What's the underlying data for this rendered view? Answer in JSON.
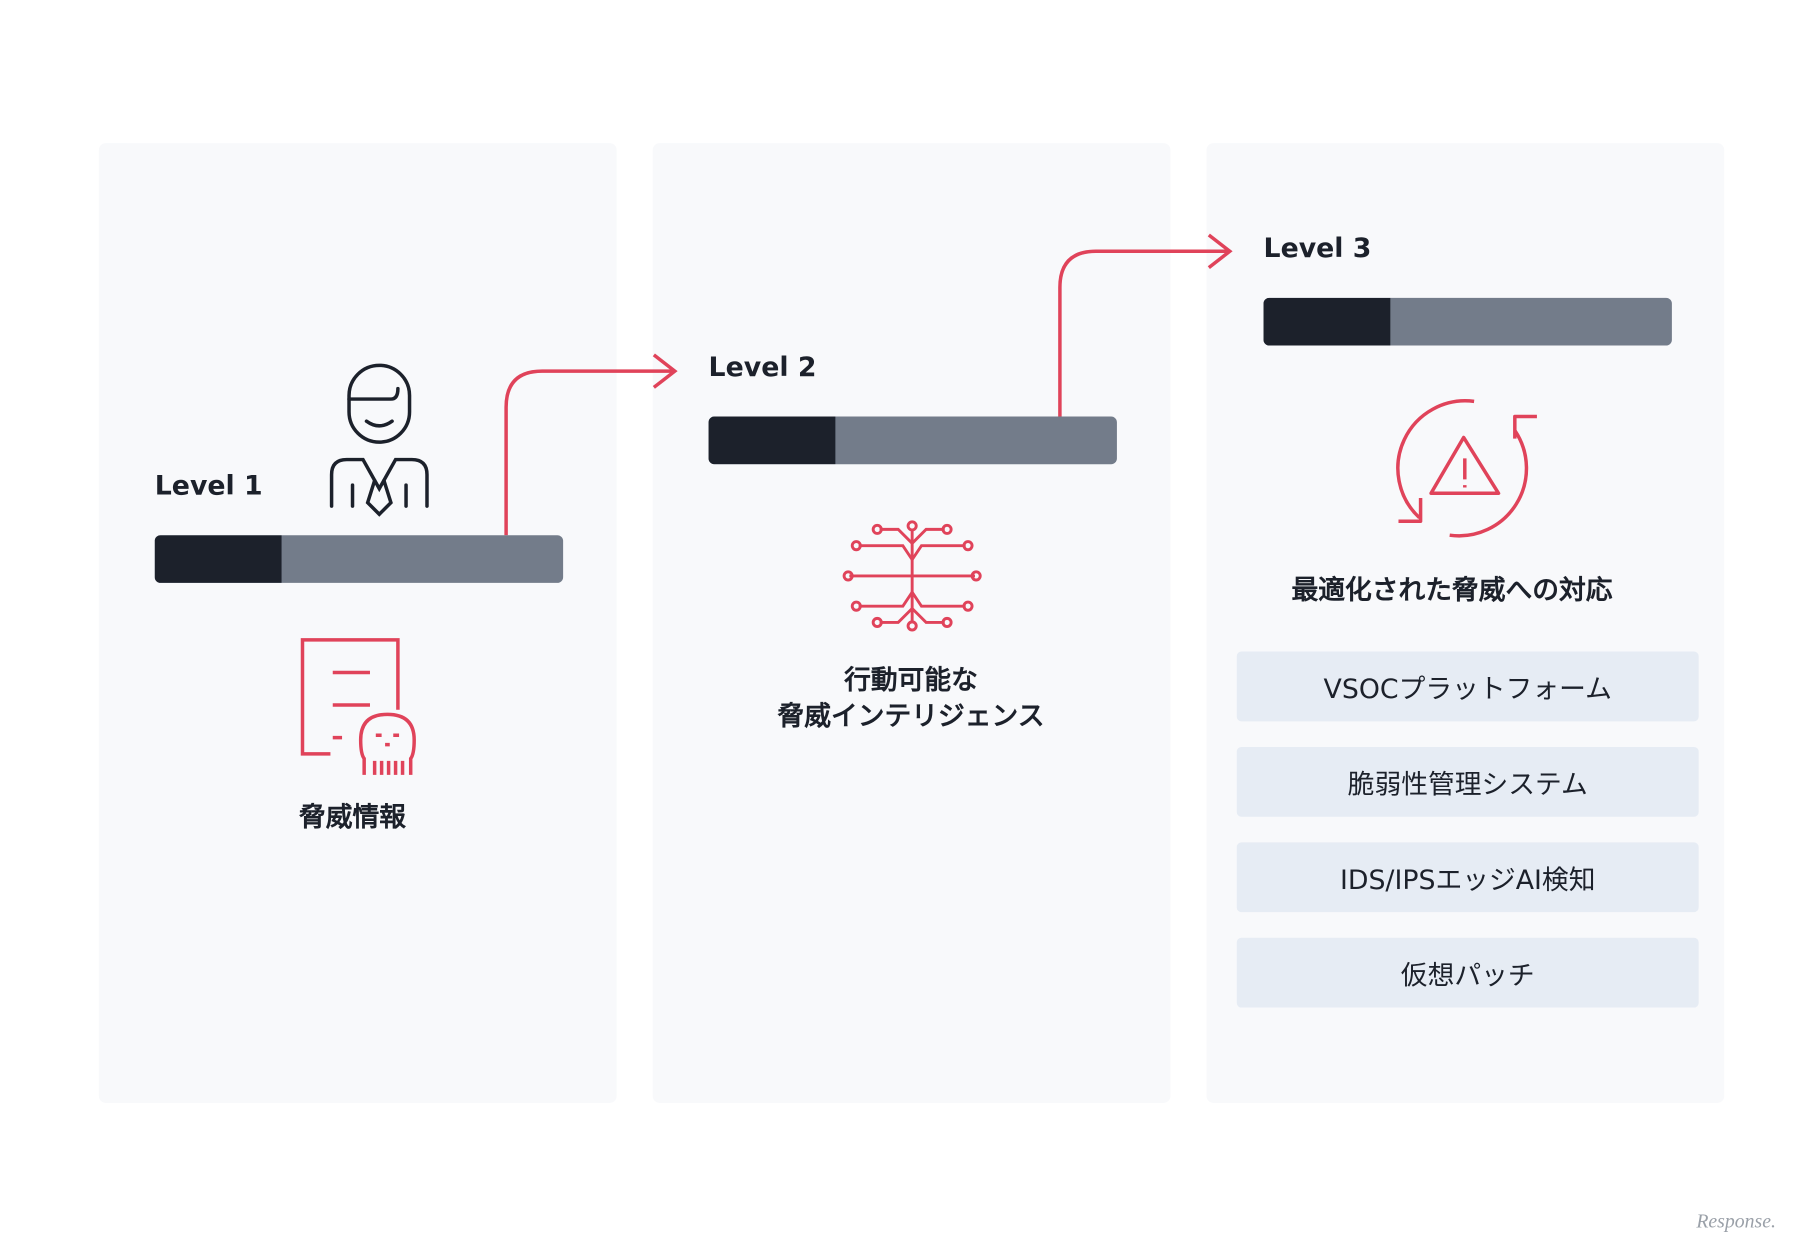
{
  "colors": {
    "accent": "#e0435a",
    "dark": "#1c212b",
    "gray": "#737c8a",
    "panel": "#f8f9fb",
    "option": "#e6ecf4"
  },
  "levels": [
    {
      "label": "Level 1",
      "progress": 0.31,
      "icon": "person-icon",
      "icon2": "threat-document-skull-icon",
      "caption": "脅威情報"
    },
    {
      "label": "Level 2",
      "progress": 0.31,
      "icon": "circuit-brain-icon",
      "caption_line1": "行動可能な",
      "caption_line2": "脅威インテリジェンス"
    },
    {
      "label": "Level 3",
      "progress": 0.31,
      "icon": "refresh-warning-icon",
      "caption": "最適化された脅威への対応",
      "options": [
        "VSOCプラットフォーム",
        "脆弱性管理システム",
        "IDS/IPSエッジAI検知",
        "仮想パッチ"
      ]
    }
  ],
  "watermark": "Response."
}
